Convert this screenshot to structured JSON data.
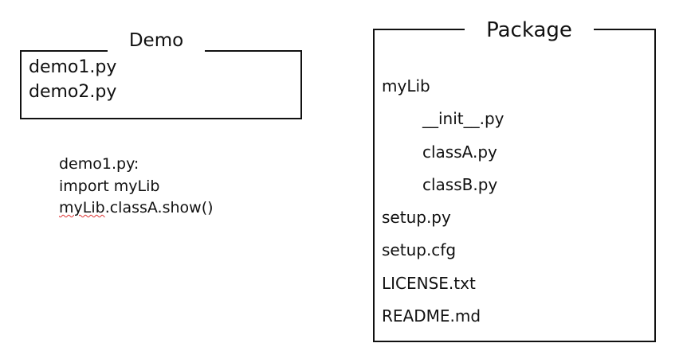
{
  "demo": {
    "title": "Demo",
    "files": [
      "demo1.py",
      "demo2.py"
    ]
  },
  "code": {
    "lines": [
      "demo1.py:",
      "import myLib"
    ],
    "last_line": {
      "squiggled": "myLib",
      "rest": ".classA.show()"
    }
  },
  "package": {
    "title": "Package",
    "items": [
      {
        "label": "myLib"
      },
      {
        "label": "__init__.py"
      },
      {
        "label": "classA.py"
      },
      {
        "label": "classB.py"
      },
      {
        "label": "setup.py"
      },
      {
        "label": "setup.cfg"
      },
      {
        "label": "LICENSE.txt"
      },
      {
        "label": "README.md"
      }
    ]
  }
}
